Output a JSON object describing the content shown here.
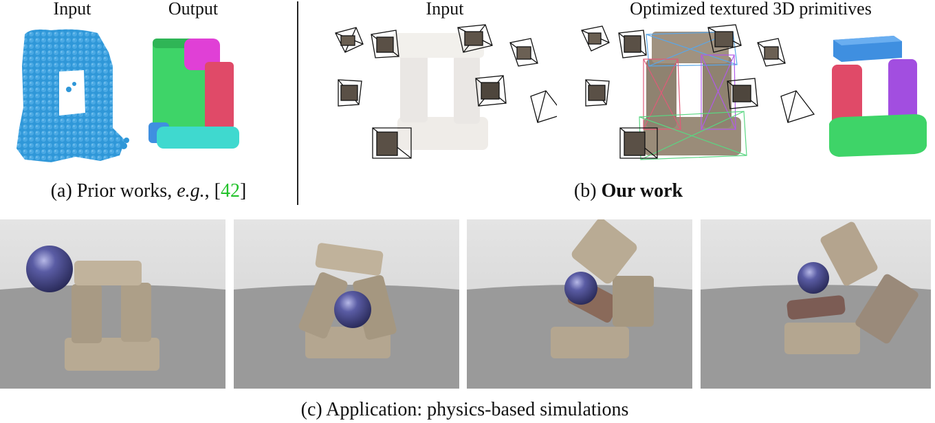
{
  "top": {
    "prior": {
      "input_label": "Input",
      "output_label": "Output",
      "caption_prefix": "(a) Prior works, ",
      "caption_eg": "e.g.",
      "caption_sep": ", [",
      "caption_ref": "42",
      "caption_suffix": "]",
      "ref_color": "#22c22a"
    },
    "ours": {
      "input_label": "Input",
      "output_label": "Optimized textured 3D primitives",
      "caption_prefix": "(b) ",
      "caption_bold": "Our work"
    }
  },
  "bottom": {
    "caption": "(c) Application: physics-based simulations"
  },
  "colors": {
    "point_cloud": "#2f97d8",
    "prim_green": "#3ed468",
    "prim_magenta": "#e040d6",
    "prim_red": "#e04a68",
    "prim_cyan": "#3fd9cf",
    "prim_blue": "#3f8fe0",
    "prim_purple": "#a24ee0",
    "sphere": "#4d4f96",
    "brick": "#bcae98"
  }
}
